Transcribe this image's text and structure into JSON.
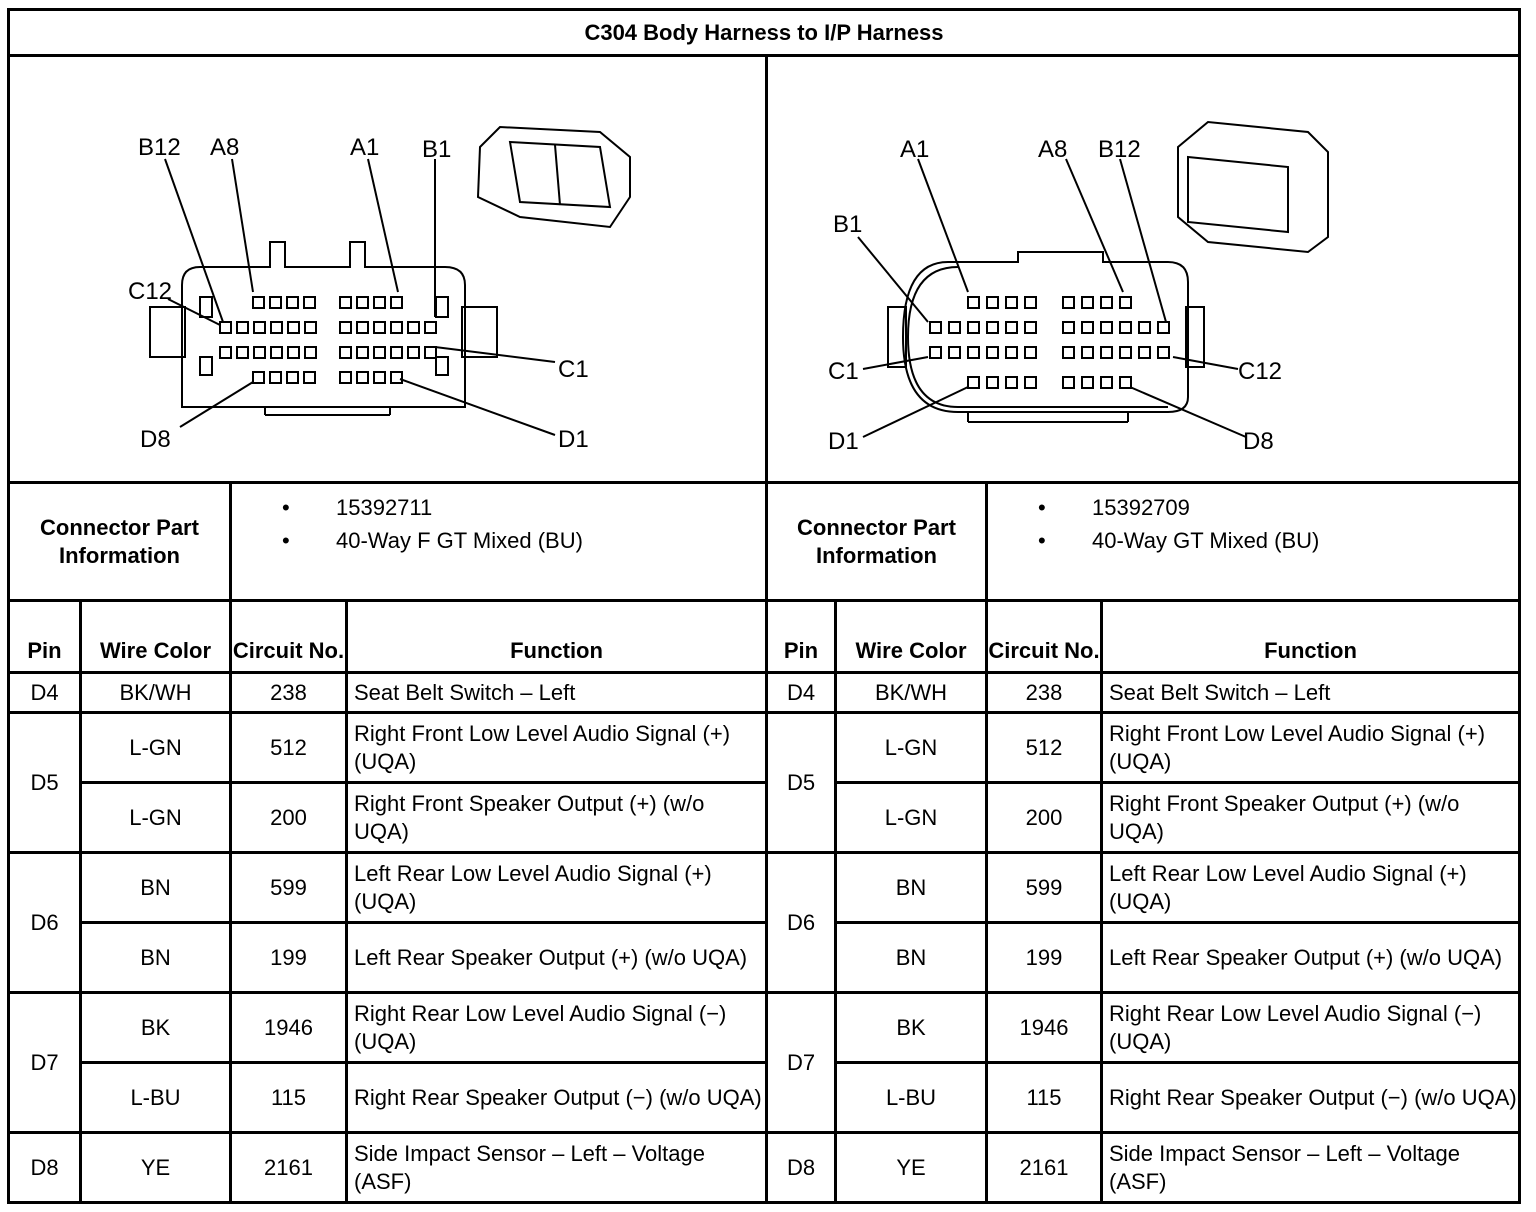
{
  "title": "C304 Body Harness to I/P Harness",
  "left_diagram": {
    "labels": [
      "B12",
      "A8",
      "A1",
      "B1",
      "C12",
      "C1",
      "D8",
      "D1"
    ]
  },
  "right_diagram": {
    "labels": [
      "A1",
      "A8",
      "B12",
      "B1",
      "C1",
      "C12",
      "D1",
      "D8"
    ]
  },
  "sides": [
    {
      "connector_label": "Connector Part Information",
      "part_info": [
        "15392711",
        "40-Way F GT Mixed (BU)"
      ],
      "headers": {
        "pin": "Pin",
        "wire_color": "Wire Color",
        "circuit": "Circuit No.",
        "function": "Function"
      },
      "rows": [
        {
          "pin": "D4",
          "wire": "BK/WH",
          "circuit": "238",
          "function": "Seat Belt Switch – Left"
        },
        {
          "pin": "D5",
          "wire": "L-GN",
          "circuit": "512",
          "function": "Right Front Low Level Audio Signal (+) (UQA)"
        },
        {
          "pin": "",
          "wire": "L-GN",
          "circuit": "200",
          "function": "Right Front Speaker Output (+) (w/o UQA)"
        },
        {
          "pin": "D6",
          "wire": "BN",
          "circuit": "599",
          "function": "Left Rear Low Level Audio Signal (+) (UQA)"
        },
        {
          "pin": "",
          "wire": "BN",
          "circuit": "199",
          "function": "Left Rear Speaker Output (+) (w/o UQA)"
        },
        {
          "pin": "D7",
          "wire": "BK",
          "circuit": "1946",
          "function": "Right Rear Low Level Audio Signal (−) (UQA)"
        },
        {
          "pin": "",
          "wire": "L-BU",
          "circuit": "115",
          "function": "Right Rear Speaker Output (−) (w/o UQA)"
        },
        {
          "pin": "D8",
          "wire": "YE",
          "circuit": "2161",
          "function": "Side Impact Sensor – Left – Voltage (ASF)"
        }
      ]
    },
    {
      "connector_label": "Connector Part Information",
      "part_info": [
        "15392709",
        "40-Way GT Mixed (BU)"
      ],
      "headers": {
        "pin": "Pin",
        "wire_color": "Wire Color",
        "circuit": "Circuit No.",
        "function": "Function"
      },
      "rows": [
        {
          "pin": "D4",
          "wire": "BK/WH",
          "circuit": "238",
          "function": "Seat Belt Switch – Left"
        },
        {
          "pin": "D5",
          "wire": "L-GN",
          "circuit": "512",
          "function": "Right Front Low Level Audio Signal (+) (UQA)"
        },
        {
          "pin": "",
          "wire": "L-GN",
          "circuit": "200",
          "function": "Right Front Speaker Output (+) (w/o UQA)"
        },
        {
          "pin": "D6",
          "wire": "BN",
          "circuit": "599",
          "function": "Left Rear Low Level Audio Signal (+) (UQA)"
        },
        {
          "pin": "",
          "wire": "BN",
          "circuit": "199",
          "function": "Left Rear Speaker Output (+) (w/o UQA)"
        },
        {
          "pin": "D7",
          "wire": "BK",
          "circuit": "1946",
          "function": "Right Rear Low Level Audio Signal (−) (UQA)"
        },
        {
          "pin": "",
          "wire": "L-BU",
          "circuit": "115",
          "function": "Right Rear Speaker Output (−) (w/o UQA)"
        },
        {
          "pin": "D8",
          "wire": "YE",
          "circuit": "2161",
          "function": "Side Impact Sensor – Left – Voltage (ASF)"
        }
      ]
    }
  ]
}
